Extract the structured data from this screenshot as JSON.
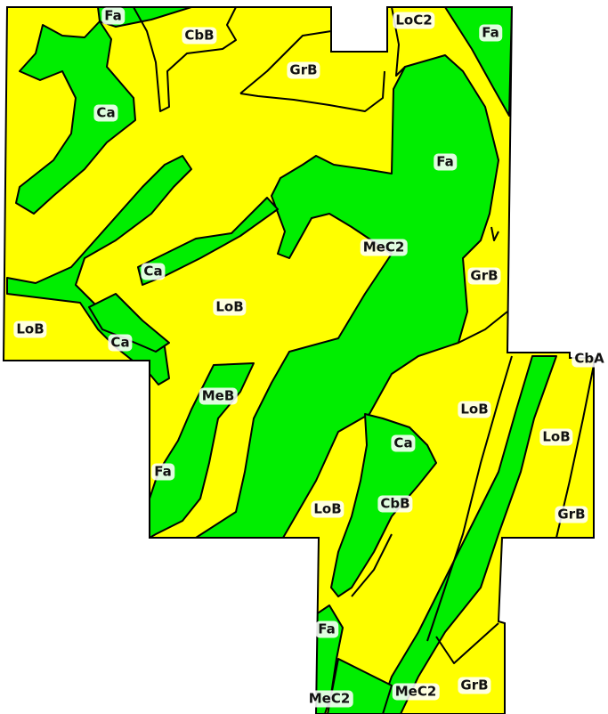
{
  "colors": {
    "yellow_unit": "#ffff00",
    "green_unit": "#00ee00",
    "boundary": "#000000",
    "label_bg": "#ffffff"
  },
  "labels": [
    {
      "id": "fa-top",
      "text": "Fa"
    },
    {
      "id": "cbb-top",
      "text": "CbB"
    },
    {
      "id": "loc2",
      "text": "LoC2"
    },
    {
      "id": "fa-topright",
      "text": "Fa"
    },
    {
      "id": "grb-top",
      "text": "GrB"
    },
    {
      "id": "ca-left",
      "text": "Ca"
    },
    {
      "id": "fa-center",
      "text": "Fa"
    },
    {
      "id": "mec2-center",
      "text": "MeC2"
    },
    {
      "id": "ca-mid",
      "text": "Ca"
    },
    {
      "id": "grb-right",
      "text": "GrB"
    },
    {
      "id": "lob-center",
      "text": "LoB"
    },
    {
      "id": "lob-left",
      "text": "LoB"
    },
    {
      "id": "ca-lower",
      "text": "Ca"
    },
    {
      "id": "cba",
      "text": "CbA"
    },
    {
      "id": "meb",
      "text": "MeB"
    },
    {
      "id": "lob-right",
      "text": "LoB"
    },
    {
      "id": "lob-far-right",
      "text": "LoB"
    },
    {
      "id": "ca-south",
      "text": "Ca"
    },
    {
      "id": "fa-lowleft",
      "text": "Fa"
    },
    {
      "id": "lob-south",
      "text": "LoB"
    },
    {
      "id": "cbb-south",
      "text": "CbB"
    },
    {
      "id": "grb-lowright",
      "text": "GrB"
    },
    {
      "id": "fa-bottom",
      "text": "Fa"
    },
    {
      "id": "grb-bottom",
      "text": "GrB"
    },
    {
      "id": "mec2-bottom-left",
      "text": "MeC2"
    },
    {
      "id": "mec2-bottom",
      "text": "MeC2"
    }
  ]
}
